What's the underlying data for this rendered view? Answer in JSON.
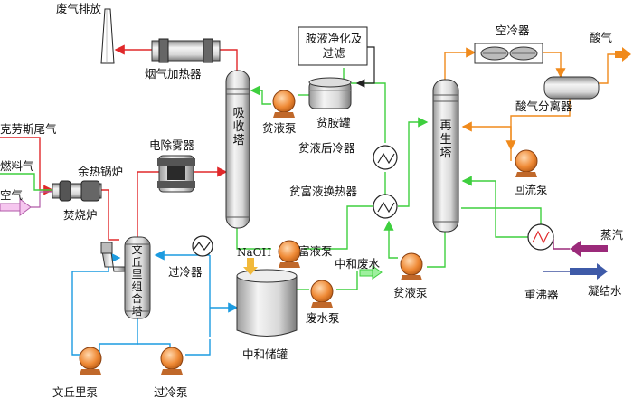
{
  "labels": {
    "exhaust": "废气排放",
    "flue_heater": "烟气加热器",
    "claus_tail_gas": "克劳斯尾气",
    "fuel_gas": "燃料气",
    "air": "空气",
    "waste_heat_boiler": "余热锅炉",
    "incinerator": "焚烧炉",
    "electrostatic_demister": "电除雾器",
    "venturi_scrubber": "文丘里组合塔",
    "venturi_pump": "文丘里泵",
    "filter_pump": "过冷泵",
    "cooler": "过冷器",
    "naoh": "NaOH",
    "neutralization_tank": "中和储罐",
    "wastewater_pump": "废水泵",
    "neutralized_wastewater": "中和废水",
    "absorber": "吸收塔",
    "lean_pump_top": "贫液泵",
    "amine_purification": "胺液净化及过滤",
    "lean_amine_tank": "贫胺罐",
    "lean_cooler": "贫液后冷器",
    "lean_rich_exchanger": "贫富液换热器",
    "rich_pump": "富液泵",
    "lean_pump_bottom": "贫液泵",
    "regenerator": "再生塔",
    "air_cooler": "空冷器",
    "acid_gas": "酸气",
    "acid_gas_separator": "酸气分离器",
    "reflux_pump": "回流泵",
    "steam": "蒸汽",
    "condensate": "凝结水",
    "reboiler": "重沸器"
  },
  "colors": {
    "red_line": "#e0282a",
    "green_line": "#3ecf3e",
    "blue_line": "#1c9be0",
    "orange_line": "#f08a1c",
    "pump": "#e77c2c"
  }
}
